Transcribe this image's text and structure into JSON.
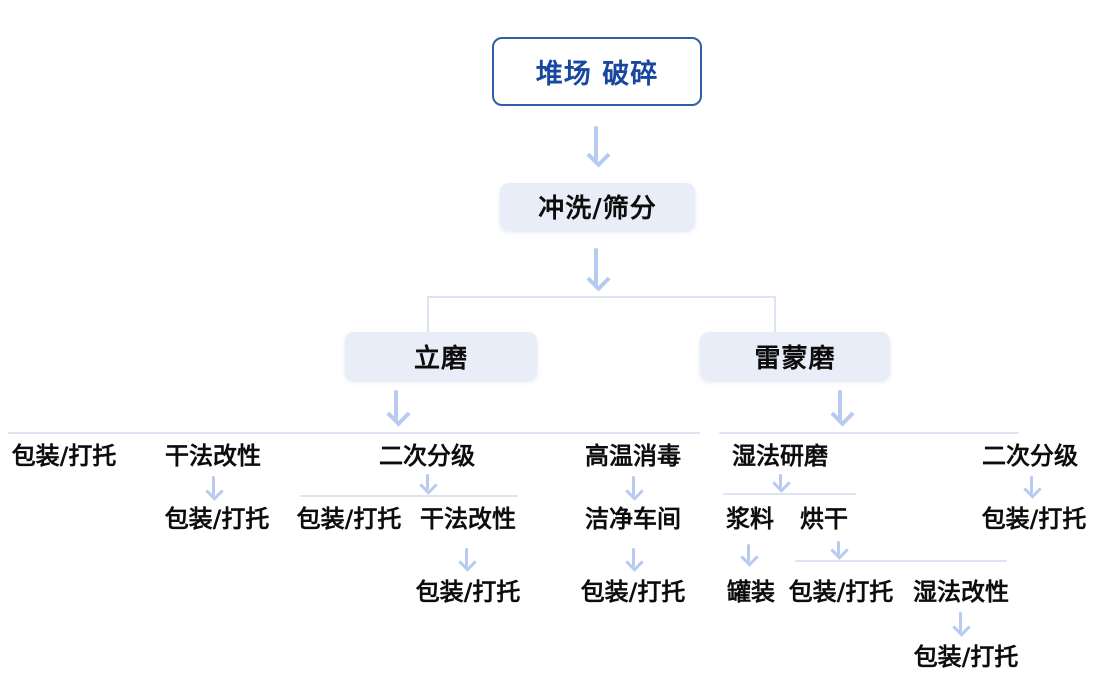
{
  "labels": {
    "stockyard_crushing": "堆场 破碎",
    "washing_screening": "冲洗/筛分",
    "vertical_mill": "立磨",
    "raymond_mill": "雷蒙磨",
    "packing": "包装/打托",
    "dry_modification": "干法改性",
    "secondary_classification": "二次分级",
    "high_temp_sterilization": "高温消毒",
    "clean_workshop": "洁净车间",
    "wet_grinding": "湿法研磨",
    "slurry": "浆料",
    "drying": "烘干",
    "canning": "罐装",
    "wet_modification": "湿法改性"
  },
  "colors": {
    "primary_text": "#17479e",
    "primary_border": "#2e5fa9",
    "node_bg": "#e9edf8",
    "arrow": "#b7cbf1",
    "connector": "#dde3f2",
    "label_text": "#0d0d0d"
  },
  "tree": {
    "label": "堆场 破碎",
    "children": [
      {
        "label": "冲洗/筛分",
        "children": [
          {
            "label": "立磨",
            "children": [
              {
                "label": "包装/打托"
              },
              {
                "label": "干法改性",
                "children": [
                  {
                    "label": "包装/打托"
                  }
                ]
              },
              {
                "label": "二次分级",
                "children": [
                  {
                    "label": "包装/打托"
                  },
                  {
                    "label": "干法改性",
                    "children": [
                      {
                        "label": "包装/打托"
                      }
                    ]
                  }
                ]
              },
              {
                "label": "高温消毒",
                "children": [
                  {
                    "label": "洁净车间",
                    "children": [
                      {
                        "label": "包装/打托"
                      }
                    ]
                  }
                ]
              }
            ]
          },
          {
            "label": "雷蒙磨",
            "children": [
              {
                "label": "湿法研磨",
                "children": [
                  {
                    "label": "浆料",
                    "children": [
                      {
                        "label": "罐装"
                      }
                    ]
                  },
                  {
                    "label": "烘干",
                    "children": [
                      {
                        "label": "包装/打托"
                      },
                      {
                        "label": "湿法改性",
                        "children": [
                          {
                            "label": "包装/打托"
                          }
                        ]
                      }
                    ]
                  }
                ]
              },
              {
                "label": "二次分级",
                "children": [
                  {
                    "label": "包装/打托"
                  }
                ]
              }
            ]
          }
        ]
      }
    ]
  }
}
